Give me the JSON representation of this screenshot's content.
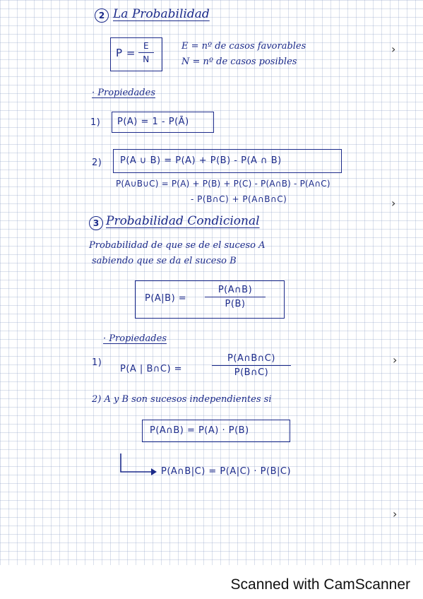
{
  "section2": {
    "number": "2",
    "title": "La Probabilidad",
    "formula_lhs": "P =",
    "formula_num": "E",
    "formula_den": "N",
    "def_e": "E = nº de casos favorables",
    "def_n": "N = nº de casos posibles"
  },
  "props1": {
    "heading": "· Propiedades",
    "item1_num": "1)",
    "item1": "P(A) = 1 - P(Ā)",
    "item2_num": "2)",
    "item2": "P(A ∪ B) = P(A) + P(B) - P(A ∩ B)",
    "item2_line2": "P(A∪B∪C) = P(A) + P(B) + P(C) - P(A∩B) - P(A∩C)",
    "item2_line3": "- P(B∩C) + P(A∩B∩C)"
  },
  "section3": {
    "number": "3",
    "title": "Probabilidad Condicional",
    "desc_line1": "Probabilidad de que se de el suceso A",
    "desc_line2": "sabiendo que se da el suceso B",
    "formula_lhs": "P(A|B) =",
    "formula_num": "P(A∩B)",
    "formula_den": "P(B)"
  },
  "props2": {
    "heading": "· Propiedades",
    "item1_num": "1)",
    "item1_lhs": "P(A | B∩C) =",
    "item1_num_frac": "P(A∩B∩C)",
    "item1_den_frac": "P(B∩C)",
    "item2_text": "2) A y B son sucesos independientes si",
    "item2_formula": "P(A∩B) = P(A) · P(B)",
    "item2_result": "P(A∩B|C) = P(A|C) · P(B|C)"
  },
  "footer": {
    "text": "Scanned with CamScanner"
  }
}
